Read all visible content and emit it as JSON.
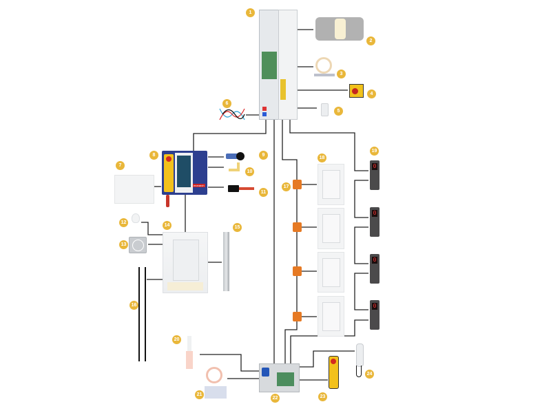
{
  "diagram": {
    "title": "Elevator control system wiring overview",
    "badge_color": "#e9b73a",
    "wire_color": "#222222",
    "components": [
      {
        "num": "1",
        "name": "control-cabinet"
      },
      {
        "num": "2",
        "name": "traction-machine"
      },
      {
        "num": "3",
        "name": "overspeed-governor"
      },
      {
        "num": "4",
        "name": "pit-emergency-stop-box"
      },
      {
        "num": "5",
        "name": "machine-room-sensor"
      },
      {
        "num": "6",
        "name": "three-phase-power-supply"
      },
      {
        "num": "7",
        "name": "car-junction-box"
      },
      {
        "num": "8",
        "name": "car-top-inspection-box"
      },
      {
        "num": "9",
        "name": "door-operator-motor"
      },
      {
        "num": "10",
        "name": "level-magnet-switch"
      },
      {
        "num": "11",
        "name": "car-door-contact"
      },
      {
        "num": "12",
        "name": "car-light-bulb"
      },
      {
        "num": "13",
        "name": "car-fan"
      },
      {
        "num": "14",
        "name": "elevator-car"
      },
      {
        "num": "15",
        "name": "car-operating-panel"
      },
      {
        "num": "16",
        "name": "light-curtain"
      },
      {
        "num": "17",
        "name": "landing-door-lock"
      },
      {
        "num": "18",
        "name": "landing-door"
      },
      {
        "num": "19",
        "name": "hall-call-station"
      },
      {
        "num": "20",
        "name": "buffer"
      },
      {
        "num": "21",
        "name": "governor-tension-pulley"
      },
      {
        "num": "22",
        "name": "pit-junction-box"
      },
      {
        "num": "23",
        "name": "pit-inspection-pendant"
      },
      {
        "num": "24",
        "name": "intercom-handset"
      }
    ],
    "hall_display_digit": "0",
    "brand_label": "monarch"
  }
}
